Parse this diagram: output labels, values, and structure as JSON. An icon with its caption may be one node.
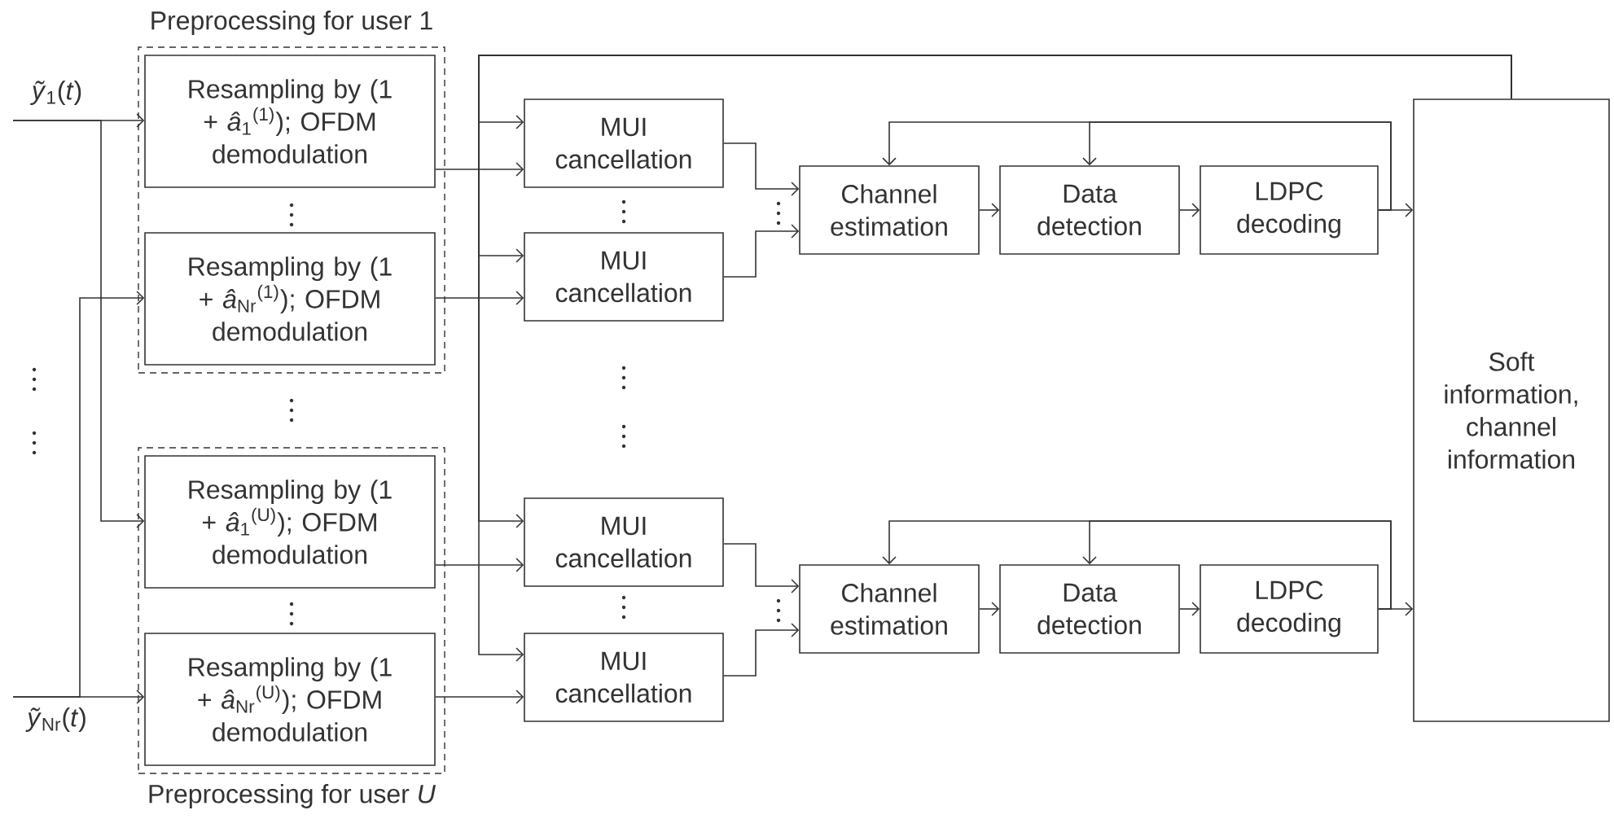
{
  "diagram": {
    "nodes": [
      {
        "text": [
          "Preprocessing for user 1"
        ]
      },
      {
        "text": [
          "Resampling by (1 + *â*$_{1}$$^{(1)}$); OFDM demodulation"
        ],
        "in": 0
      },
      {
        "text": [
          "Resampling by (1 + *â*$_{Nr}$$^{(1)}$); OFDM demodulation"
        ],
        "in": 0
      },
      {
        "text": [
          "Preprocessing for user *U*"
        ]
      },
      {
        "text": [
          "Resampling by (1 + *â*$_{1}$$^{(U)}$); OFDM demodulation"
        ],
        "in": 3
      },
      {
        "text": [
          "Resampling by (1 + *â*$_{Nr}$$^{(U)}$); OFDM demodulation"
        ],
        "in": 3
      },
      {
        "text": [
          "MUI cancellation"
        ]
      },
      {
        "text": [
          "MUI cancellation"
        ]
      },
      {
        "text": [
          "MUI cancellation"
        ]
      },
      {
        "text": [
          "MUI cancellation"
        ]
      },
      {
        "text": [
          "Channel estimation"
        ]
      },
      {
        "text": [
          "Data detection"
        ]
      },
      {
        "text": [
          "LDPC decoding"
        ]
      },
      {
        "text": [
          "Channel estimation"
        ]
      },
      {
        "text": [
          "Data detection"
        ]
      },
      {
        "text": [
          "LDPC decoding"
        ]
      },
      {
        "text": [
          "Soft information, channel information"
        ]
      }
    ],
    "edges": [
      {
        "from": null,
        "to": 1,
        "arrow": "to",
        "label": "*ỹ*$_{1}$(*t*)"
      },
      {
        "from": null,
        "to": 4,
        "arrow": "to"
      },
      {
        "from": null,
        "to": 5,
        "arrow": "to",
        "label": "*ỹ*$_{Nr}$(*t*)"
      },
      {
        "from": null,
        "to": 2,
        "arrow": "to"
      },
      {
        "from": 1,
        "to": 6,
        "arrow": "to"
      },
      {
        "from": 2,
        "to": 7,
        "arrow": "to"
      },
      {
        "from": 4,
        "to": 8,
        "arrow": "to"
      },
      {
        "from": 5,
        "to": 9,
        "arrow": "to"
      },
      {
        "from": 16,
        "to": 6,
        "arrow": "to"
      },
      {
        "from": 16,
        "to": 7,
        "arrow": "to"
      },
      {
        "from": 16,
        "to": 8,
        "arrow": "to"
      },
      {
        "from": 16,
        "to": 9,
        "arrow": "to"
      },
      {
        "from": 6,
        "to": 10,
        "arrow": "to"
      },
      {
        "from": 7,
        "to": 10,
        "arrow": "to"
      },
      {
        "from": 8,
        "to": 13,
        "arrow": "to"
      },
      {
        "from": 9,
        "to": 13,
        "arrow": "to"
      },
      {
        "from": 10,
        "to": 11,
        "arrow": "to"
      },
      {
        "from": 11,
        "to": 12,
        "arrow": "to"
      },
      {
        "from": 12,
        "to": 16,
        "arrow": "to"
      },
      {
        "from": 13,
        "to": 14,
        "arrow": "to"
      },
      {
        "from": 14,
        "to": 15,
        "arrow": "to"
      },
      {
        "from": 15,
        "to": 16,
        "arrow": "to"
      },
      {
        "from": 12,
        "to": 10,
        "arrow": "to"
      },
      {
        "from": 12,
        "to": 11,
        "arrow": "to"
      },
      {
        "from": 15,
        "to": 13,
        "arrow": "to"
      },
      {
        "from": 15,
        "to": 14,
        "arrow": "to"
      }
    ]
  }
}
